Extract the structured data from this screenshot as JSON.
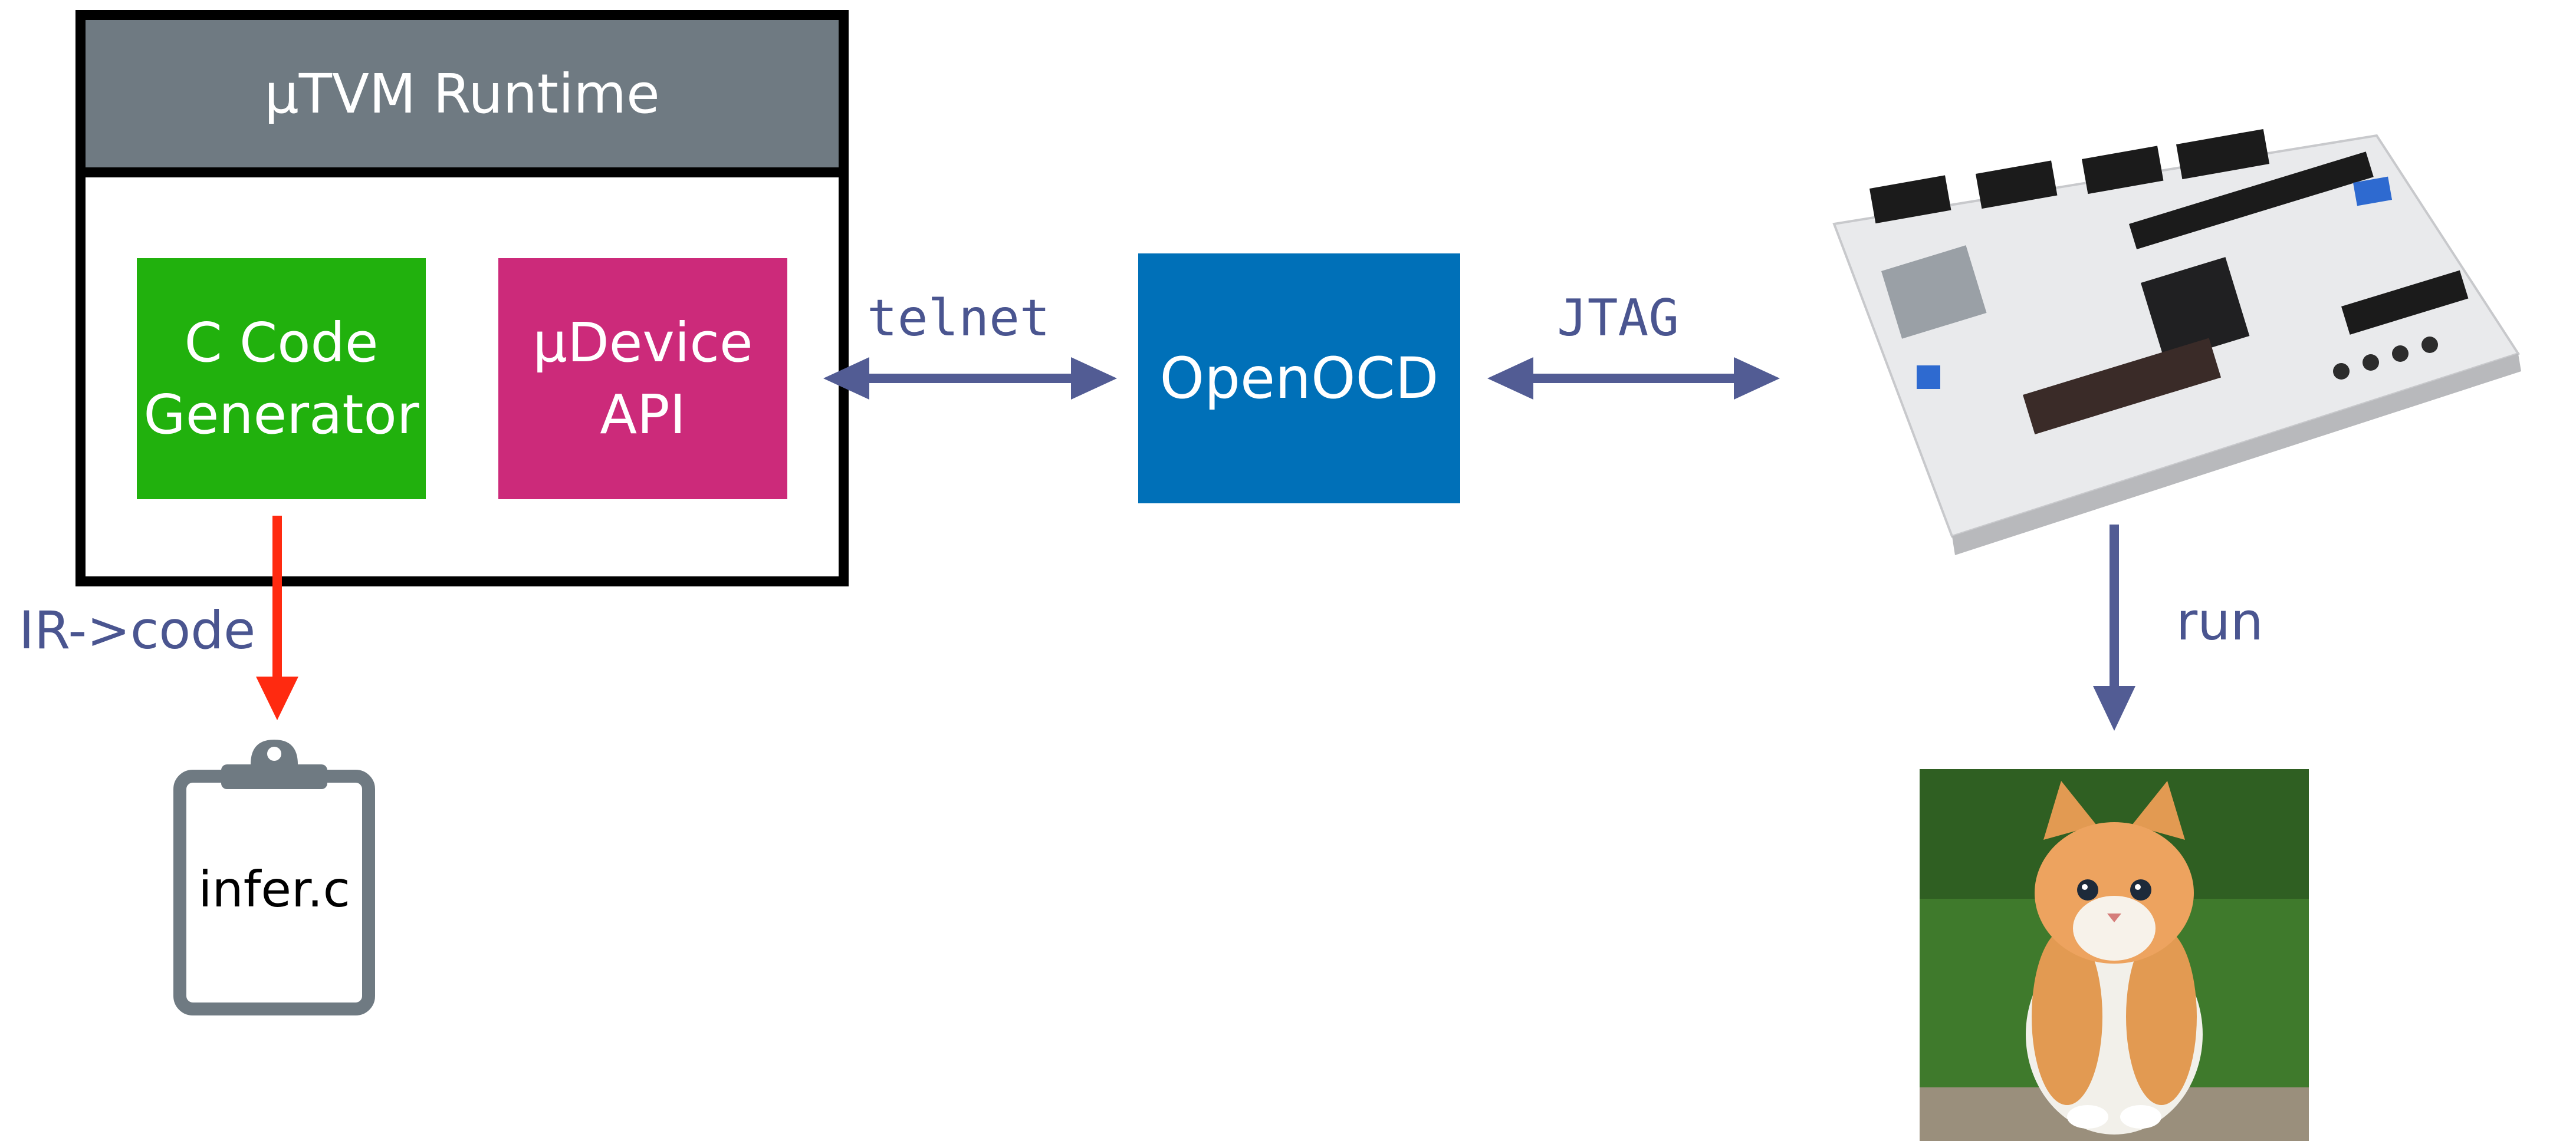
{
  "runtime": {
    "title": "μTVM Runtime",
    "codegen_label": "C Code\nGenerator",
    "udevice_label": "μDevice\nAPI"
  },
  "openocd": {
    "label": "OpenOCD"
  },
  "links": {
    "telnet": "telnet",
    "jtag": "JTAG",
    "ir_to_code": "IR->code",
    "run": "run"
  },
  "output_file": {
    "name": "infer.c"
  },
  "icons": {
    "clipboard": "clipboard-icon",
    "board": "fpga-board-image",
    "kitten": "kitten-photo"
  },
  "colors": {
    "header_gray": "#6f7a82",
    "codegen_green": "#21b10d",
    "udevice_magenta": "#cc2a7a",
    "openocd_blue": "#0070b8",
    "arrow_slate": "#525c94",
    "ir_arrow_red": "#ff2a10"
  }
}
